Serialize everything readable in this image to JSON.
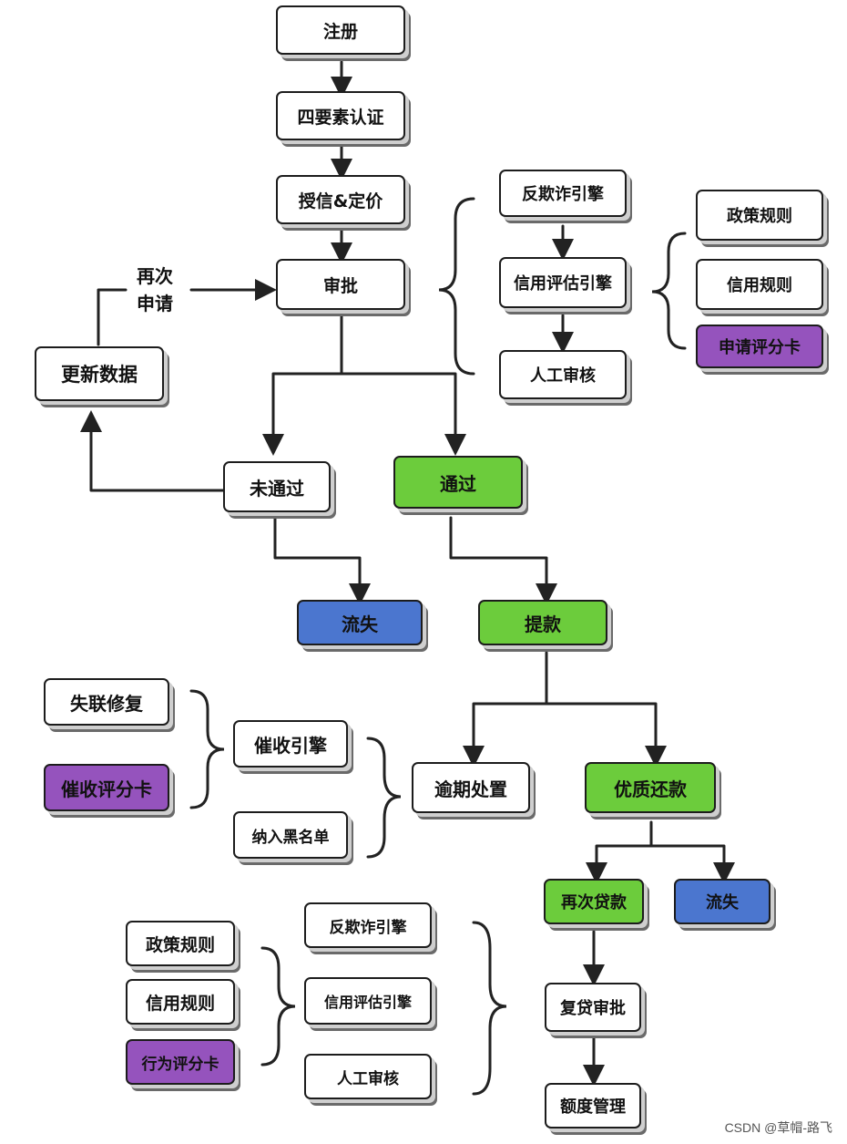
{
  "nodes": {
    "register": "注册",
    "four_factor_auth": "四要素认证",
    "credit_pricing": "授信&定价",
    "approval": "审批",
    "update_data": "更新数据",
    "reapply_line1": "再次",
    "reapply_line2": "申请",
    "anti_fraud_engine": "反欺诈引擎",
    "credit_eval_engine": "信用评估引擎",
    "manual_review": "人工审核",
    "policy_rules": "政策规则",
    "credit_rules": "信用规则",
    "application_scorecard": "申请评分卡",
    "not_passed": "未通过",
    "passed": "通过",
    "churn": "流失",
    "withdrawal": "提款",
    "lost_contact_repair": "失联修复",
    "collection_scorecard": "催收评分卡",
    "collection_engine": "催收引擎",
    "blacklist": "纳入黑名单",
    "overdue_handling": "逾期处置",
    "good_repayment": "优质还款",
    "reloan": "再次贷款",
    "churn_2": "流失",
    "policy_rules_2": "政策规则",
    "credit_rules_2": "信用规则",
    "behavior_scorecard": "行为评分卡",
    "anti_fraud_engine_2": "反欺诈引擎",
    "credit_eval_engine_2": "信用评估引擎",
    "manual_review_2": "人工审核",
    "reloan_approval": "复贷审批",
    "limit_management": "额度管理"
  },
  "watermark": "CSDN @草帽-路飞",
  "colors": {
    "green": "#6ccc3c",
    "blue": "#4b76cf",
    "purple": "#9553bd",
    "outline": "#1c1c1c"
  }
}
